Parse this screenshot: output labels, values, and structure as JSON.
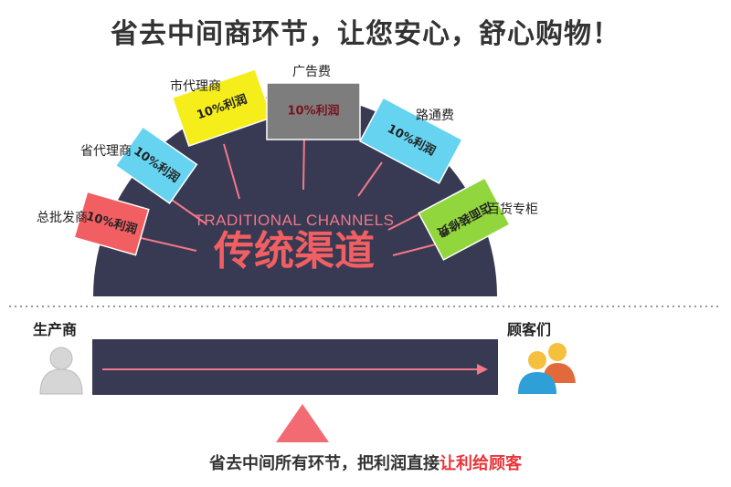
{
  "title": "省去中间商环节，让您安心，舒心购物！",
  "arc": {
    "english": "TRADITIONAL CHANNELS",
    "chinese": "传统渠道"
  },
  "segments": [
    {
      "label": "总批发商",
      "text": "10%利润",
      "color": "#f25f63"
    },
    {
      "label": "省代理商",
      "text": "10%利润",
      "color": "#66d4f0"
    },
    {
      "label": "市代理商",
      "text": "10%利润",
      "color": "#f5ee1a"
    },
    {
      "label": "广告费",
      "text": "10%利润",
      "color": "#7d7d7d"
    },
    {
      "label": "路通费",
      "text": "10%利润",
      "color": "#66d4f0"
    },
    {
      "label": "百货专柜",
      "text": "店面装修费",
      "color": "#92d63e"
    }
  ],
  "producer": "生产商",
  "customers": "顾客们",
  "bottom": {
    "prefix": "省去中间所有环节，把利润直接",
    "highlight": "让利给顾客"
  },
  "colors": {
    "navy": "#373a52",
    "line_pink": "#f2788a",
    "triangle": "#f26b72",
    "highlight": "#e8343a"
  }
}
